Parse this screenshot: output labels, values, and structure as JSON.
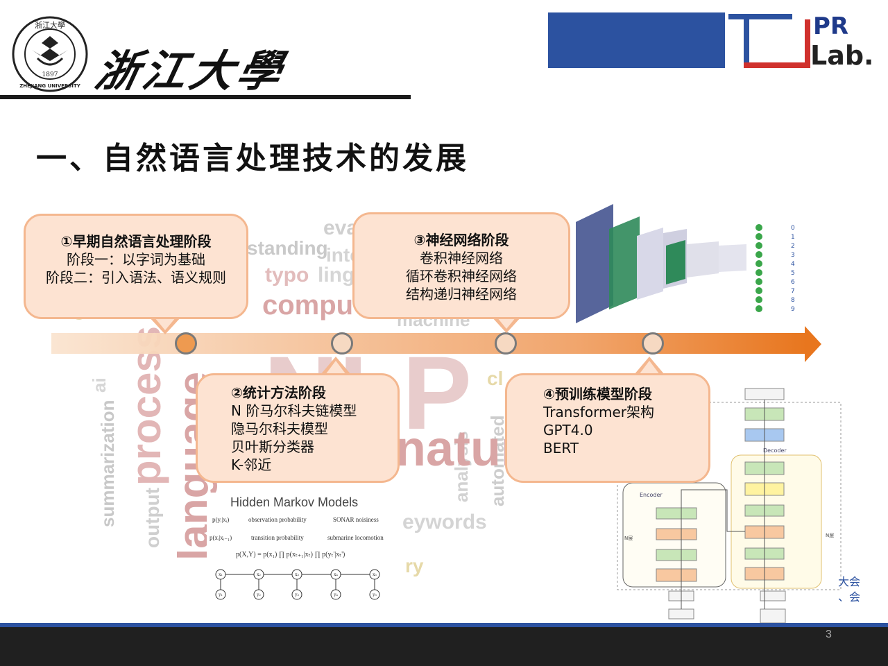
{
  "header": {
    "university_name": "浙江大學",
    "seal_text_top": "浙江大學",
    "seal_year": "1897",
    "seal_text_bottom": "ZHEJIANG UNIVERSITY",
    "lab_logo_pr": "PR",
    "lab_logo_lab": "Lab."
  },
  "slide": {
    "title": "一、自然语言处理技术的发展",
    "page_number": "3"
  },
  "stages": [
    {
      "title": "①早期自然语言处理阶段",
      "lines": [
        "阶段一：以字词为基础",
        "阶段二：引入语法、语义规则"
      ]
    },
    {
      "title": "②统计方法阶段",
      "lines": [
        "N 阶马尔科夫链模型",
        "隐马尔科夫模型",
        "贝叶斯分类器",
        "K-邻近"
      ]
    },
    {
      "title": "③神经网络阶段",
      "lines": [
        "卷积神经网络",
        "循环卷积神经网络",
        "结构递归神经网络"
      ]
    },
    {
      "title": "④预训练模型阶段",
      "lines": [
        "Transformer架构",
        "GPT4.0",
        "BERT"
      ]
    }
  ],
  "word_cloud": [
    "eva",
    "standing",
    "inte",
    "typo",
    "lingu",
    "compu",
    "machine",
    "desig",
    "ai",
    "summarization",
    "process",
    "output",
    "language",
    "automated",
    "analysis",
    "eywords",
    "cl",
    "natural",
    "ry"
  ],
  "hmm_figure": {
    "title": "Hidden Markov Models",
    "labels": [
      "p(yᵢ|xᵢ)",
      "observation probability",
      "SONAR noisiness",
      "p(xᵢ|xᵢ₋₁)",
      "transition probability",
      "submarine locomotion",
      "p(X,Y) = p(x₁) ∏ p(xₜ₊₁|xₜ) ∏ p(yₜ'|xₜ')"
    ],
    "nodes_x": [
      "x₁",
      "x₂",
      "x₃",
      "x₄",
      "x₅"
    ],
    "nodes_y": [
      "y₁",
      "y₂",
      "y₃",
      "y₄",
      "y₅"
    ]
  },
  "nn_figure": {
    "digits": [
      "0",
      "1",
      "2",
      "3",
      "4",
      "5",
      "6",
      "7",
      "8",
      "9"
    ]
  },
  "tf_figure": {
    "encoder_label": "Encoder",
    "decoder_label": "Decoder",
    "nx_label": "N层"
  },
  "side_text": [
    "大会",
    "、会"
  ],
  "colors": {
    "header_blue": "#2c52a0",
    "callout_fill": "#fde3d2",
    "callout_border": "#f4b78f",
    "timeline_orange": "#e8761e"
  }
}
